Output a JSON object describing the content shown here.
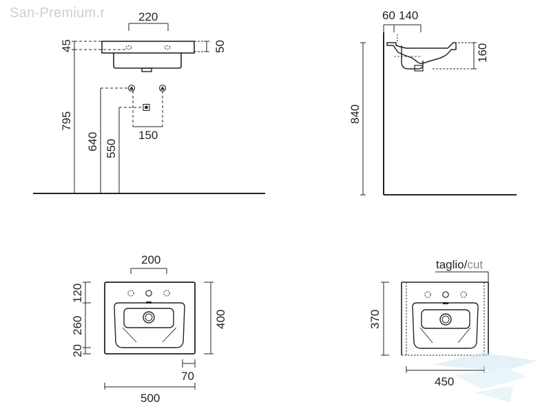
{
  "watermark": {
    "text": "San-Premium.r"
  },
  "side_view_left": {
    "top_width": "220",
    "height_45": "45",
    "height_50": "50",
    "height_795": "795",
    "height_640": "640",
    "height_550": "550",
    "spacing_150": "150"
  },
  "side_view_right": {
    "offset_60": "60",
    "depth_140": "140",
    "drop_160": "160",
    "height_840": "840"
  },
  "plan_left": {
    "taps_200": "200",
    "rim_120": "120",
    "bowl_260": "260",
    "front_20": "20",
    "depth_400": "400",
    "edge_70": "70",
    "width_500": "500"
  },
  "plan_right": {
    "cut_label_a": "taglio/",
    "cut_label_b": "cut",
    "depth_370": "370",
    "width_450": "450"
  },
  "colors": {
    "line": "#222222",
    "muted": "#888888",
    "watermark": "#cfcfcf",
    "logo": "#cfe6f2"
  }
}
